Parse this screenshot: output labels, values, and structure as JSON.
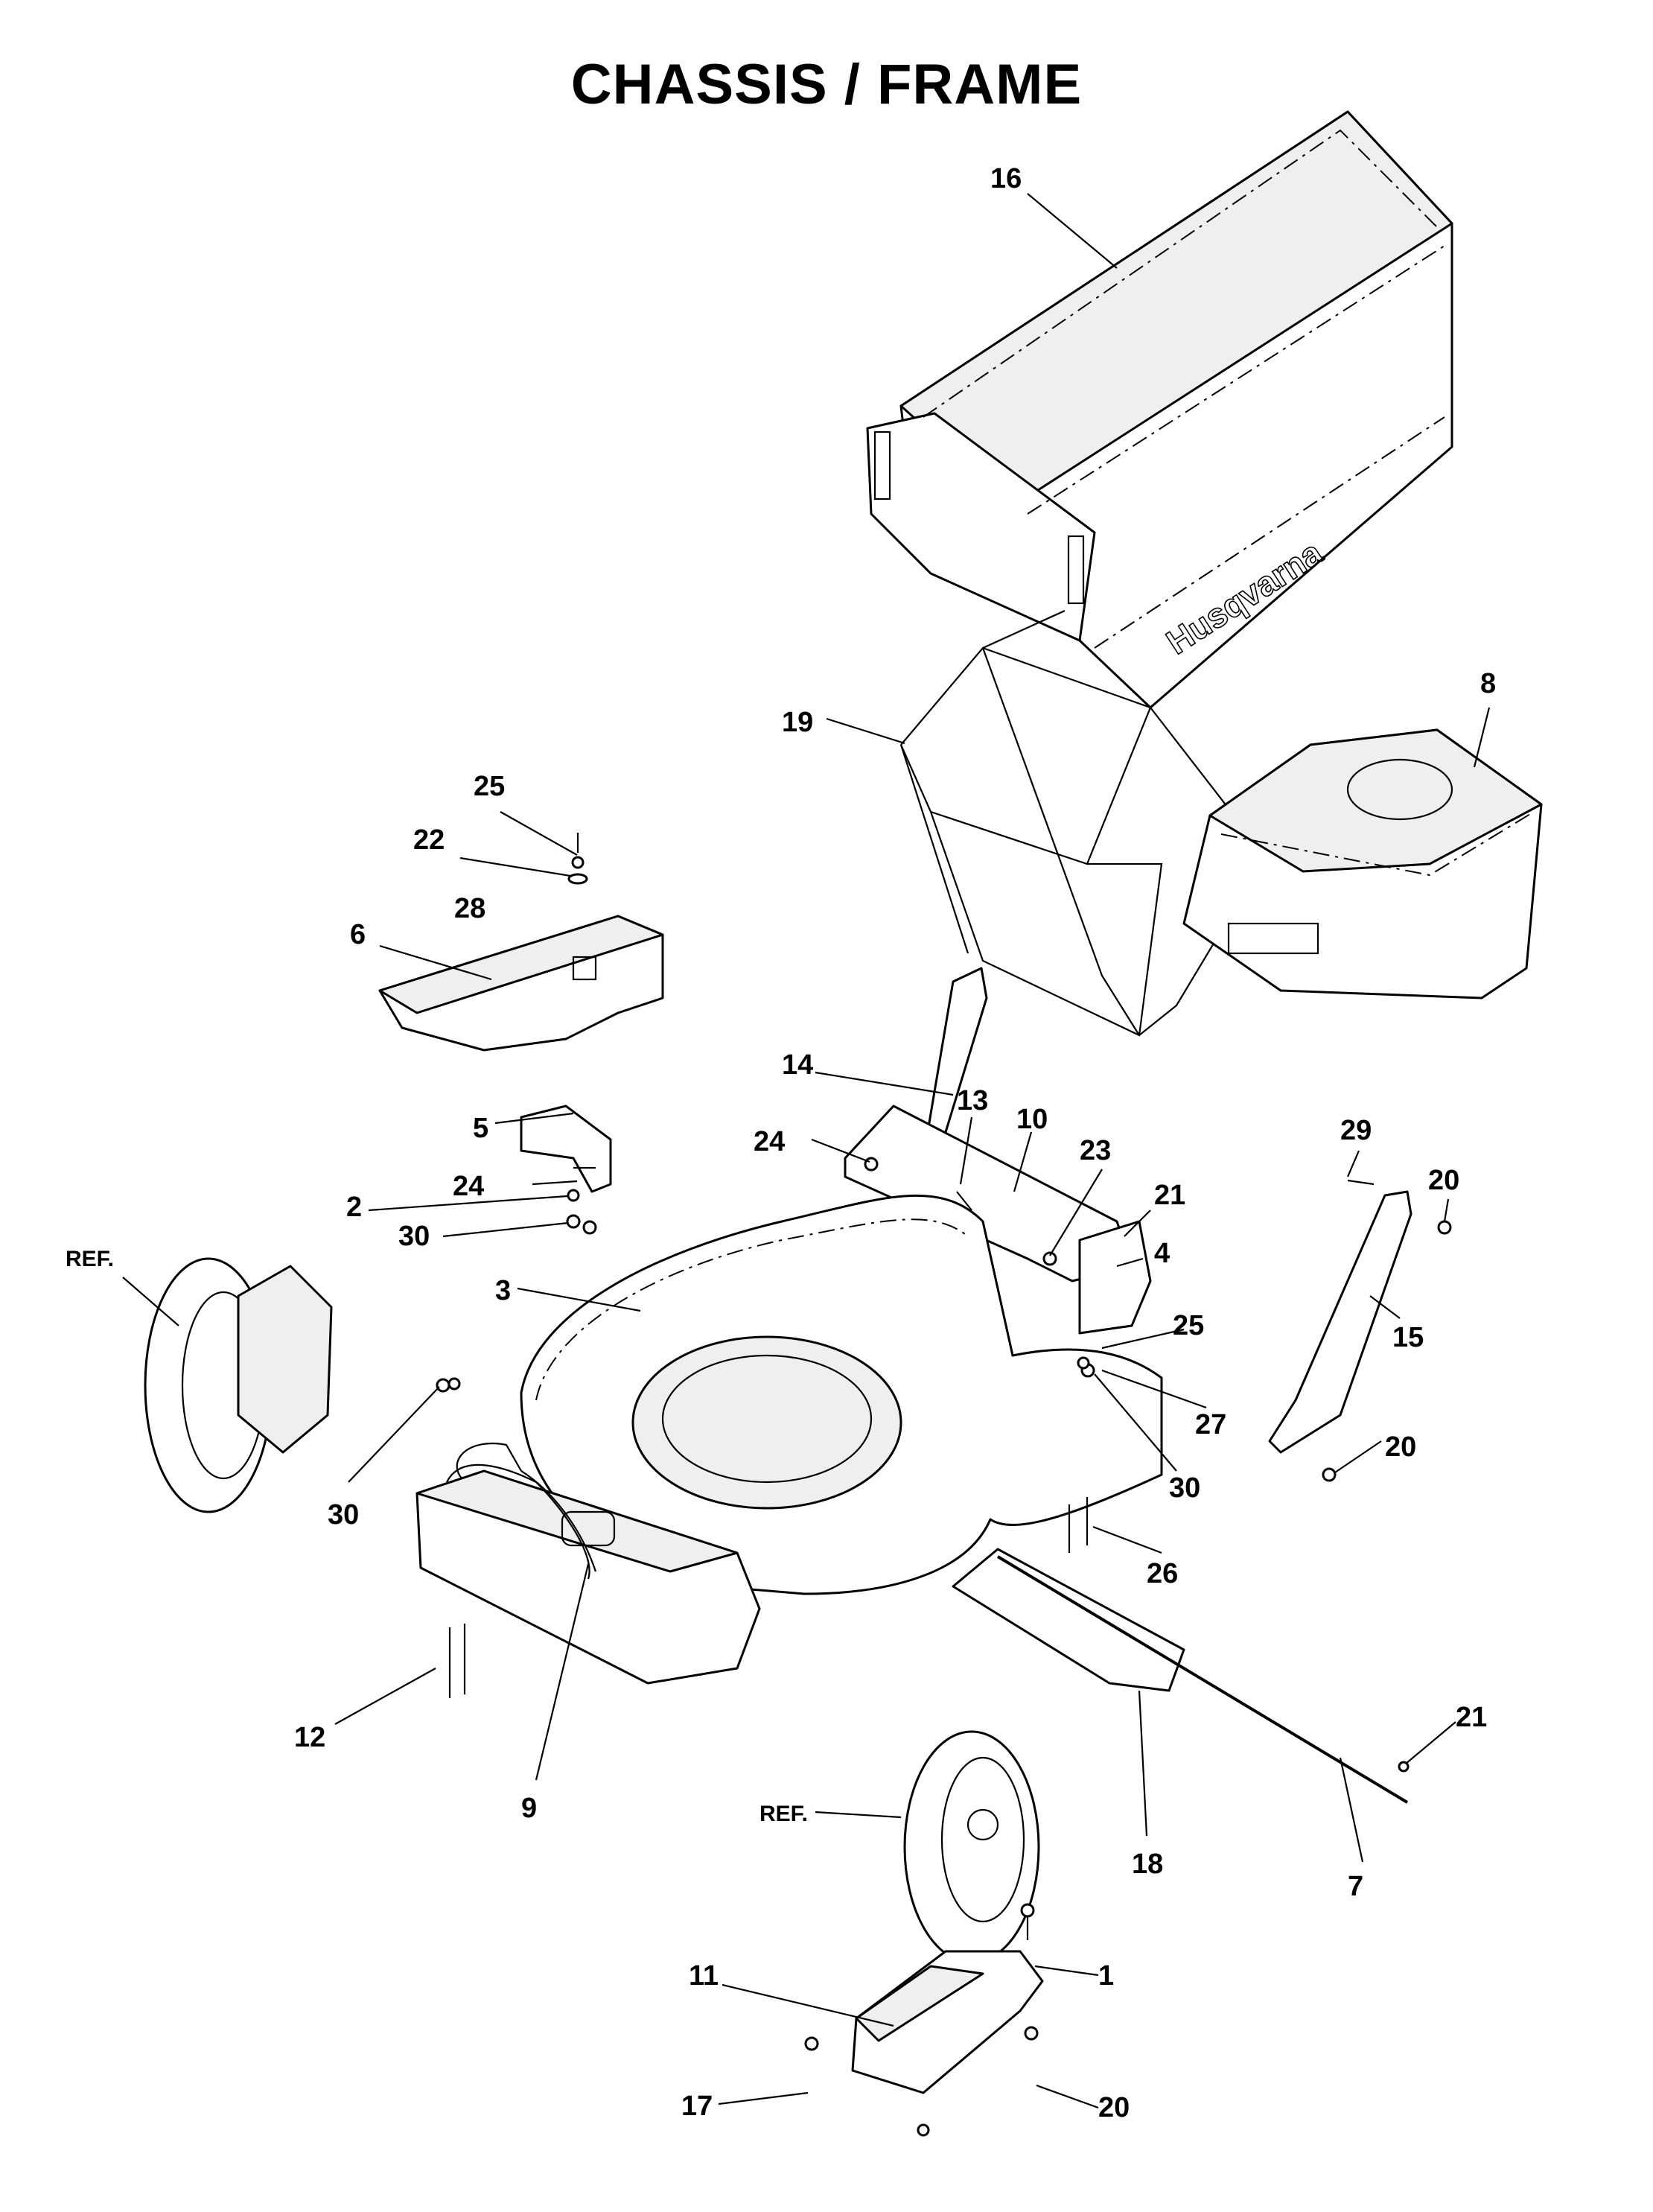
{
  "title": "CHASSIS / FRAME",
  "brand": "Husqvarna",
  "labels": {
    "p1": "1",
    "p2": "2",
    "p3": "3",
    "p4": "4",
    "p5": "5",
    "p6": "6",
    "p7": "7",
    "p8": "8",
    "p9": "9",
    "p10": "10",
    "p11": "11",
    "p12": "12",
    "p13": "13",
    "p14": "14",
    "p15": "15",
    "p16": "16",
    "p17": "17",
    "p18": "18",
    "p19": "19",
    "p20a": "20",
    "p20b": "20",
    "p20c": "20",
    "p21a": "21",
    "p21b": "21",
    "p22": "22",
    "p23": "23",
    "p24a": "24",
    "p24b": "24",
    "p25a": "25",
    "p25b": "25",
    "p26": "26",
    "p27": "27",
    "p28": "28",
    "p29": "29",
    "p30a": "30",
    "p30b": "30",
    "p30c": "30",
    "refA": "REF.",
    "refB": "REF."
  }
}
